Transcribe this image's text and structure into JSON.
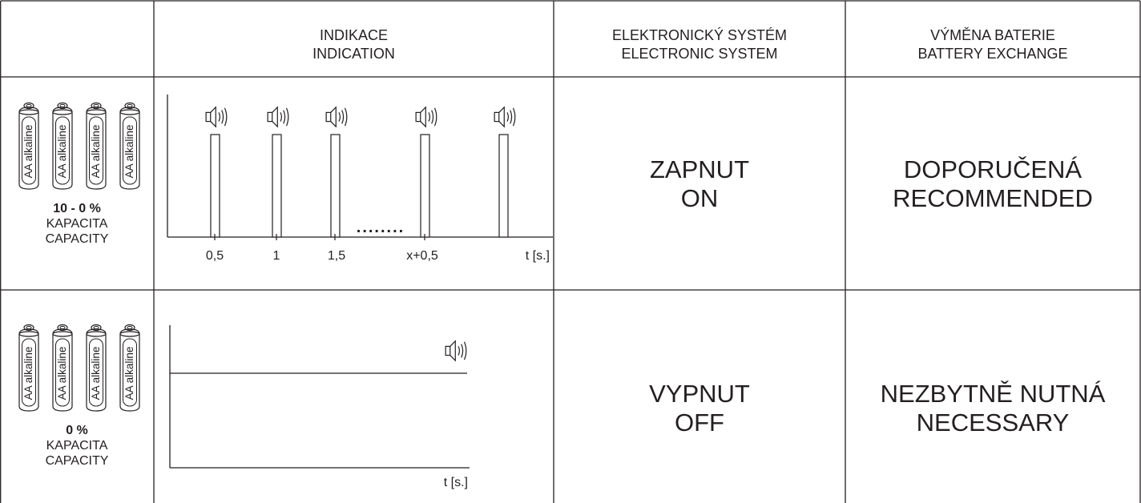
{
  "header": {
    "indication": {
      "cs": "INDIKACE",
      "en": "INDICATION"
    },
    "system": {
      "cs": "ELEKTRONICKÝ SYSTÉM",
      "en": "ELECTRONIC SYSTEM"
    },
    "battery": {
      "cs": "VÝMĚNA BATERIE",
      "en": "BATTERY EXCHANGE"
    }
  },
  "battery_label": "AA alkaline",
  "rows": [
    {
      "percent": "10 - 0 %",
      "capacity_cs": "KAPACITA",
      "capacity_en": "CAPACITY",
      "system_cs": "ZAPNUT",
      "system_en": "ON",
      "exchange_cs": "DOPORUČENÁ",
      "exchange_en": "RECOMMENDED",
      "chart": {
        "type": "pulse-timeline",
        "x_ticks": [
          "0,5",
          "1",
          "1,5",
          "x+0,5"
        ],
        "continuation": "........",
        "x_label": "t [s.]",
        "icon": "speaker-icon"
      }
    },
    {
      "percent": "0 %",
      "capacity_cs": "KAPACITA",
      "capacity_en": "CAPACITY",
      "system_cs": "VYPNUT",
      "system_en": "OFF",
      "exchange_cs": "NEZBYTNĚ NUTNÁ",
      "exchange_en": "NECESSARY",
      "chart": {
        "type": "continuous-tone",
        "x_label": "t [s.]",
        "icon": "speaker-icon"
      }
    }
  ]
}
